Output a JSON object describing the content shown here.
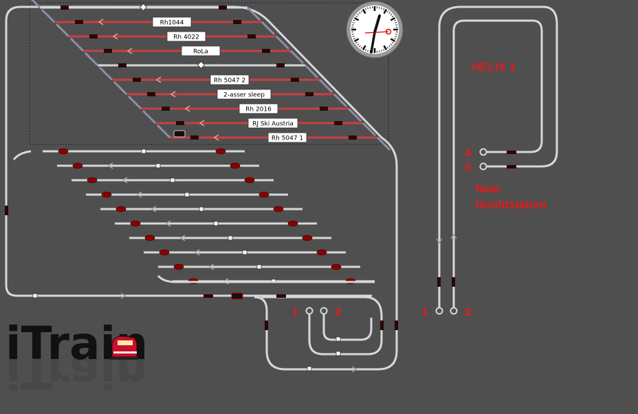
{
  "app": {
    "logo_text": "iTrain"
  },
  "labels": {
    "helix": "HELIX 1",
    "naar_line1": "Naar",
    "naar_line2": "Hoofdstation"
  },
  "numbers": {
    "helix_top": "4",
    "helix_bottom": "3",
    "mid_left": "1",
    "mid_right": "2",
    "right_left": "1",
    "right_right": "2"
  },
  "trains": [
    "Rh1044",
    "Rh 4022",
    "RoLa",
    "Rh 5047 2",
    "2-asser sleep",
    "Rh 2016",
    "RJ Ski Austria",
    "Rh 5047 1"
  ],
  "colors": {
    "background": "#4f4f4f",
    "track": "#d8d8d8",
    "occupied_track": "#c94040",
    "block_marker": "#2a0606",
    "signal": "#8b0000",
    "label_text": "#e21b1b"
  }
}
